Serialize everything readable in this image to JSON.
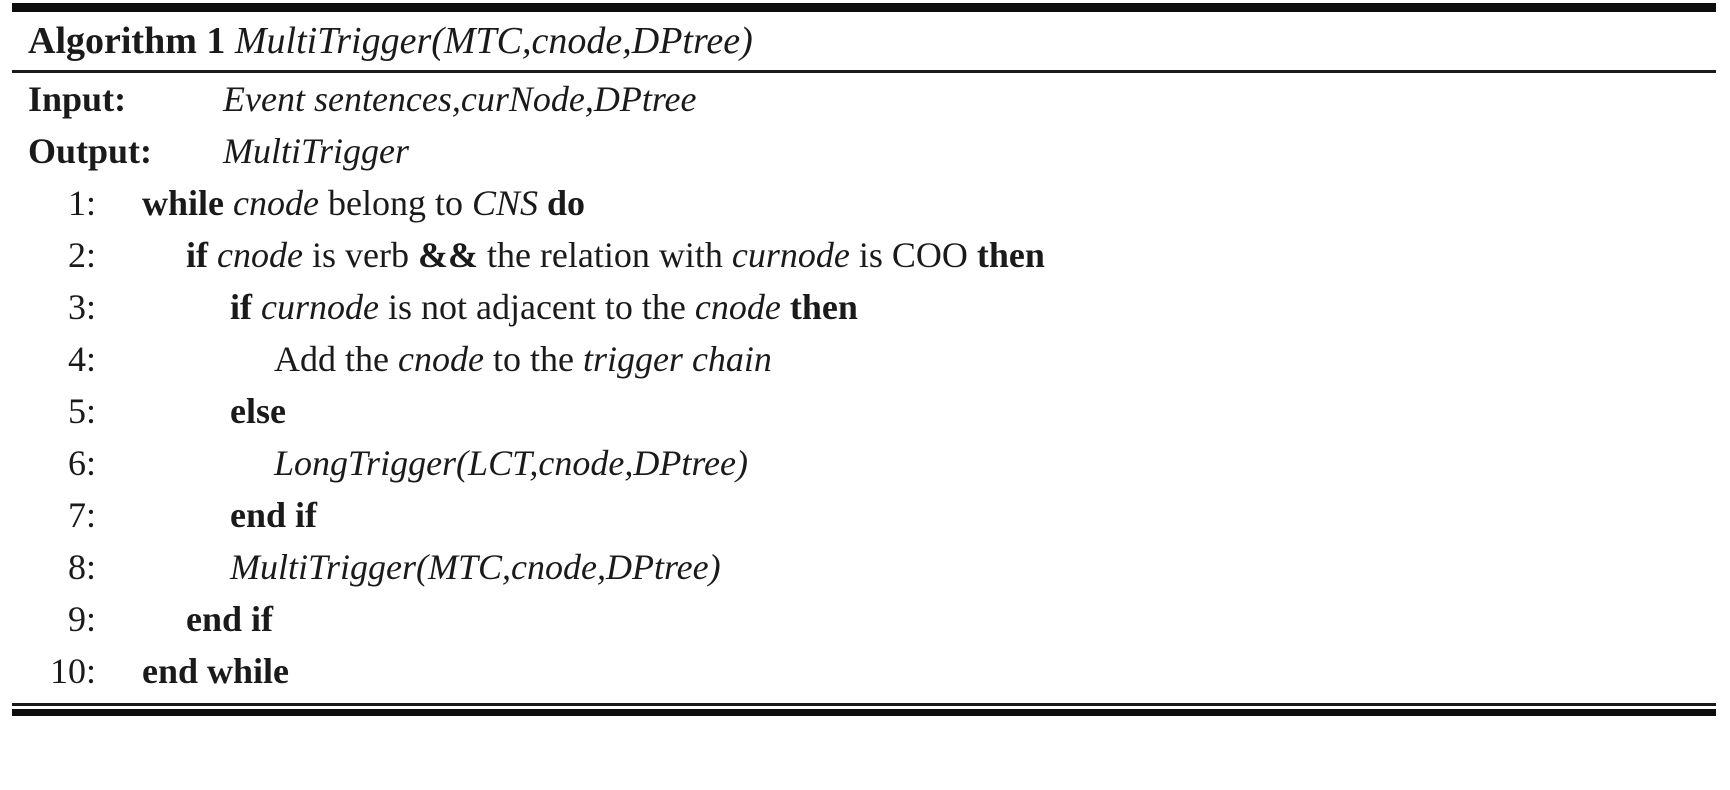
{
  "figure": {
    "kind": "algorithm-block",
    "rules": {
      "top": "thick",
      "after_title": "thin",
      "bottom": "double"
    }
  },
  "title": {
    "label": "Algorithm 1",
    "signature": "MultiTrigger(MTC,cnode,DPtree)"
  },
  "io": [
    {
      "label": "Input:",
      "value": "Event sentences,curNode,DPtree"
    },
    {
      "label": "Output:",
      "value": "MultiTrigger"
    }
  ],
  "steps": [
    {
      "num": "1:",
      "indent": 0,
      "text": "while cnode belong to CNS do",
      "tokens": [
        {
          "t": "while",
          "s": "bold"
        },
        {
          "t": " ",
          "s": "plain"
        },
        {
          "t": "cnode",
          "s": "italic"
        },
        {
          "t": " belong to ",
          "s": "plain"
        },
        {
          "t": "CNS",
          "s": "italic"
        },
        {
          "t": " ",
          "s": "plain"
        },
        {
          "t": "do",
          "s": "bold"
        }
      ]
    },
    {
      "num": "2:",
      "indent": 1,
      "text": "if cnode is verb && the relation with curnode is COO then",
      "tokens": [
        {
          "t": "if",
          "s": "bold"
        },
        {
          "t": " ",
          "s": "plain"
        },
        {
          "t": "cnode",
          "s": "italic"
        },
        {
          "t": " is verb ",
          "s": "plain"
        },
        {
          "t": "&&",
          "s": "bold"
        },
        {
          "t": " the relation with ",
          "s": "plain"
        },
        {
          "t": "curnode",
          "s": "italic"
        },
        {
          "t": " is COO ",
          "s": "plain"
        },
        {
          "t": "then",
          "s": "bold"
        }
      ]
    },
    {
      "num": "3:",
      "indent": 2,
      "text": "if curnode is not adjacent to the cnode then",
      "tokens": [
        {
          "t": "if",
          "s": "bold"
        },
        {
          "t": " ",
          "s": "plain"
        },
        {
          "t": "curnode",
          "s": "italic"
        },
        {
          "t": " is not adjacent to the ",
          "s": "plain"
        },
        {
          "t": "cnode",
          "s": "italic"
        },
        {
          "t": " ",
          "s": "plain"
        },
        {
          "t": "then",
          "s": "bold"
        }
      ]
    },
    {
      "num": "4:",
      "indent": 3,
      "text": "Add the cnode to the trigger chain",
      "tokens": [
        {
          "t": "Add the ",
          "s": "plain"
        },
        {
          "t": "cnode",
          "s": "italic"
        },
        {
          "t": " to the ",
          "s": "plain"
        },
        {
          "t": "trigger chain",
          "s": "italic"
        }
      ]
    },
    {
      "num": "5:",
      "indent": 2,
      "text": "else",
      "tokens": [
        {
          "t": "else",
          "s": "bold"
        }
      ]
    },
    {
      "num": "6:",
      "indent": 3,
      "text": "LongTrigger(LCT,cnode,DPtree)",
      "tokens": [
        {
          "t": "LongTrigger(LCT,cnode,DPtree)",
          "s": "italic"
        }
      ]
    },
    {
      "num": "7:",
      "indent": 2,
      "text": "end if",
      "tokens": [
        {
          "t": "end if",
          "s": "bold"
        }
      ]
    },
    {
      "num": "8:",
      "indent": 2,
      "text": "MultiTrigger(MTC,cnode,DPtree)",
      "tokens": [
        {
          "t": "MultiTrigger(MTC,cnode,DPtree)",
          "s": "italic"
        }
      ]
    },
    {
      "num": "9:",
      "indent": 1,
      "text": "end if",
      "tokens": [
        {
          "t": "end if",
          "s": "bold"
        }
      ]
    },
    {
      "num": "10:",
      "indent": 0,
      "text": "end while",
      "tokens": [
        {
          "t": "end while",
          "s": "bold"
        }
      ]
    }
  ]
}
